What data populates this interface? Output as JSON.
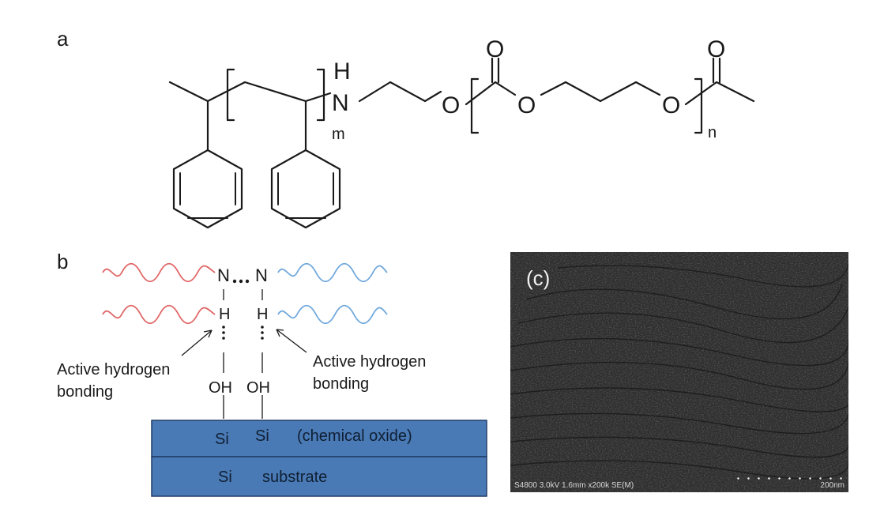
{
  "panel_a": {
    "letter": "a",
    "atoms": {
      "n": "N",
      "h": "H",
      "o_carbonyl_1": "O",
      "o_ester_1": "O",
      "o_ester_2": "O",
      "o_ester_3": "O",
      "o_carbonyl_2": "O"
    },
    "subscripts": {
      "m": "m",
      "n": "n"
    }
  },
  "panel_b": {
    "letter": "b",
    "n_left": "N",
    "n_right": "N",
    "h_left": "H",
    "h_right": "H",
    "oh_left": "OH",
    "oh_right": "OH",
    "annotation_left": [
      "Active hydrogen",
      "bonding"
    ],
    "annotation_right": [
      "Active hydrogen",
      "bonding"
    ],
    "si_left": "Si",
    "si_right": "Si",
    "oxide_label": "(chemical oxide)",
    "si_substrate": "Si",
    "substrate_label": "substrate",
    "colors": {
      "chain_left": "#e06666",
      "chain_right": "#6fa8dc",
      "oxide_layer": "#4a7ab5",
      "substrate_layer": "#4a7ab5",
      "layer_border": "#1f3d66"
    }
  },
  "panel_c": {
    "label": "(c)",
    "info": "S4800 3.0kV 1.6mm x200k SE(M)",
    "scale_label": "200nm"
  }
}
